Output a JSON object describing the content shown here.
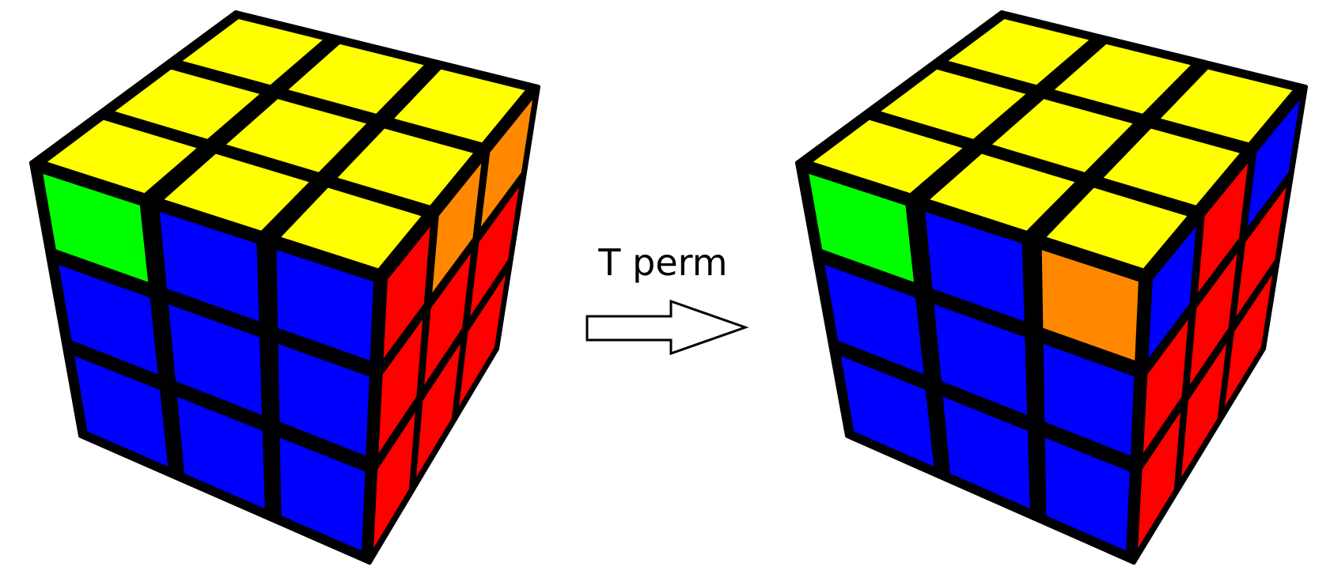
{
  "caption": "T perm",
  "colors": {
    "yellow": "#ffff00",
    "blue": "#0000ff",
    "red": "#ff0000",
    "green": "#00ff00",
    "orange": "#ff8800",
    "outline": "#000000",
    "arrow_fill": "#ffffff"
  },
  "cubes": [
    {
      "name": "before",
      "top": [
        [
          "yellow",
          "yellow",
          "yellow"
        ],
        [
          "yellow",
          "yellow",
          "yellow"
        ],
        [
          "yellow",
          "yellow",
          "yellow"
        ]
      ],
      "front": [
        [
          "green",
          "blue",
          "blue"
        ],
        [
          "blue",
          "blue",
          "blue"
        ],
        [
          "blue",
          "blue",
          "blue"
        ]
      ],
      "right": [
        [
          "red",
          "orange",
          "orange"
        ],
        [
          "red",
          "red",
          "red"
        ],
        [
          "red",
          "red",
          "red"
        ]
      ]
    },
    {
      "name": "after",
      "top": [
        [
          "yellow",
          "yellow",
          "yellow"
        ],
        [
          "yellow",
          "yellow",
          "yellow"
        ],
        [
          "yellow",
          "yellow",
          "yellow"
        ]
      ],
      "front": [
        [
          "green",
          "blue",
          "orange"
        ],
        [
          "blue",
          "blue",
          "blue"
        ],
        [
          "blue",
          "blue",
          "blue"
        ]
      ],
      "right": [
        [
          "blue",
          "red",
          "blue"
        ],
        [
          "red",
          "red",
          "red"
        ],
        [
          "red",
          "red",
          "red"
        ]
      ]
    }
  ]
}
